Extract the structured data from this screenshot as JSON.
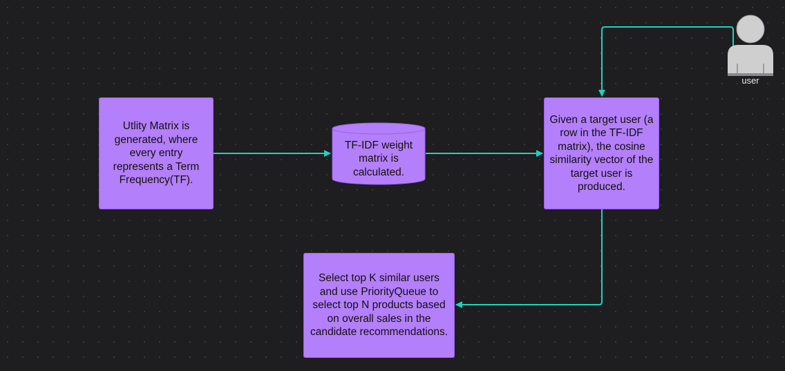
{
  "colors": {
    "background": "#1e1d1f",
    "node_fill": "#b47ffa",
    "connector": "#1ed2c0",
    "actor": "#cccccc"
  },
  "nodes": {
    "utility_matrix": "Utlity Matrix is\ngenerated, where\nevery entry\nrepresents a Term\nFrequency(TF).",
    "tfidf": "TF-IDF weight\nmatrix is\ncalculated.",
    "cosine": "Given a target user (a\nrow in the TF-IDF\nmatrix), the cosine\nsimilarity vector of the\ntarget user is\nproduced.",
    "select_topk": "Select top K similar users\nand use PriorityQueue to\nselect top N products based\non overall sales in the\ncandidate recommendations."
  },
  "actor": {
    "label": "user",
    "icon": "user-icon"
  }
}
